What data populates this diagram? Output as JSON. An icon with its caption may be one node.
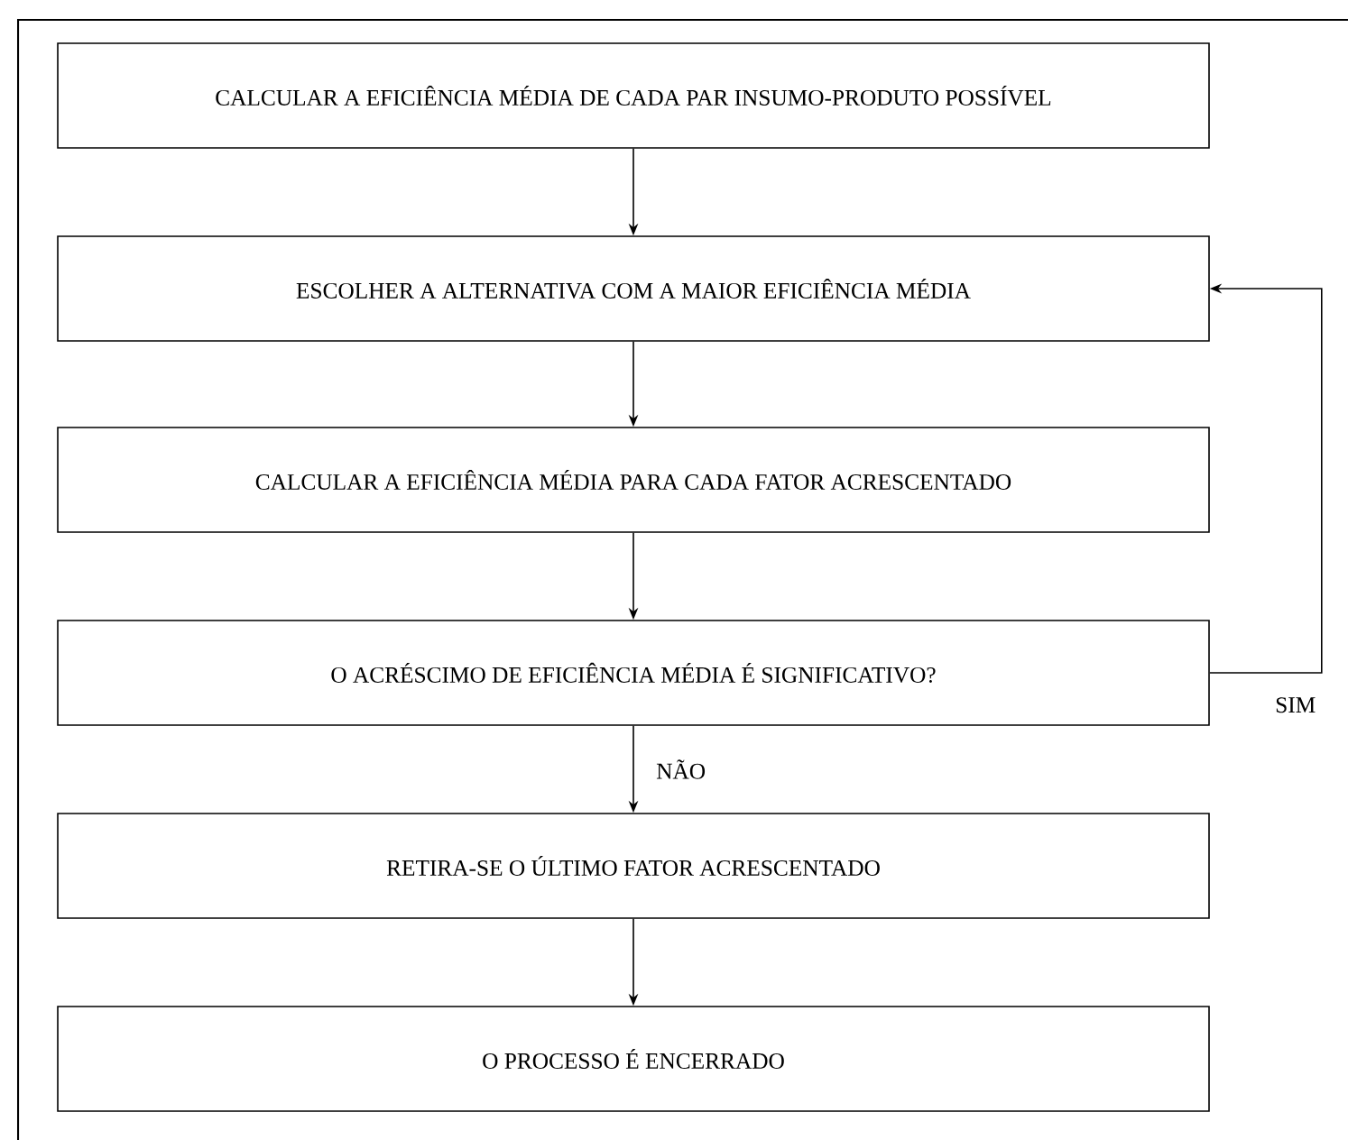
{
  "diagram": {
    "nodes": [
      {
        "text": [
          "CALCULAR A EFICIÊNCIA MÉDIA DE CADA PAR INSUMO-PRODUTO POSSÍVEL"
        ]
      },
      {
        "text": [
          "ESCOLHER A ALTERNATIVA COM A MAIOR EFICIÊNCIA MÉDIA"
        ]
      },
      {
        "text": [
          "CALCULAR A EFICIÊNCIA MÉDIA PARA CADA FATOR ACRESCENTADO"
        ]
      },
      {
        "text": [
          "O ACRÉSCIMO DE EFICIÊNCIA MÉDIA É SIGNIFICATIVO?"
        ]
      },
      {
        "text": [
          "RETIRA-SE O ÚLTIMO FATOR ACRESCENTADO"
        ]
      },
      {
        "text": [
          "O PROCESSO É ENCERRADO"
        ]
      }
    ],
    "edges": [
      {
        "from": 0,
        "to": 1,
        "arrow": "to"
      },
      {
        "from": 1,
        "to": 2,
        "arrow": "to"
      },
      {
        "from": 2,
        "to": 3,
        "arrow": "to"
      },
      {
        "from": 3,
        "to": 1,
        "arrow": "to",
        "label": "SIM"
      },
      {
        "from": 3,
        "to": 4,
        "arrow": "to",
        "label": "NÃO"
      },
      {
        "from": 4,
        "to": 5,
        "arrow": "to"
      }
    ]
  }
}
